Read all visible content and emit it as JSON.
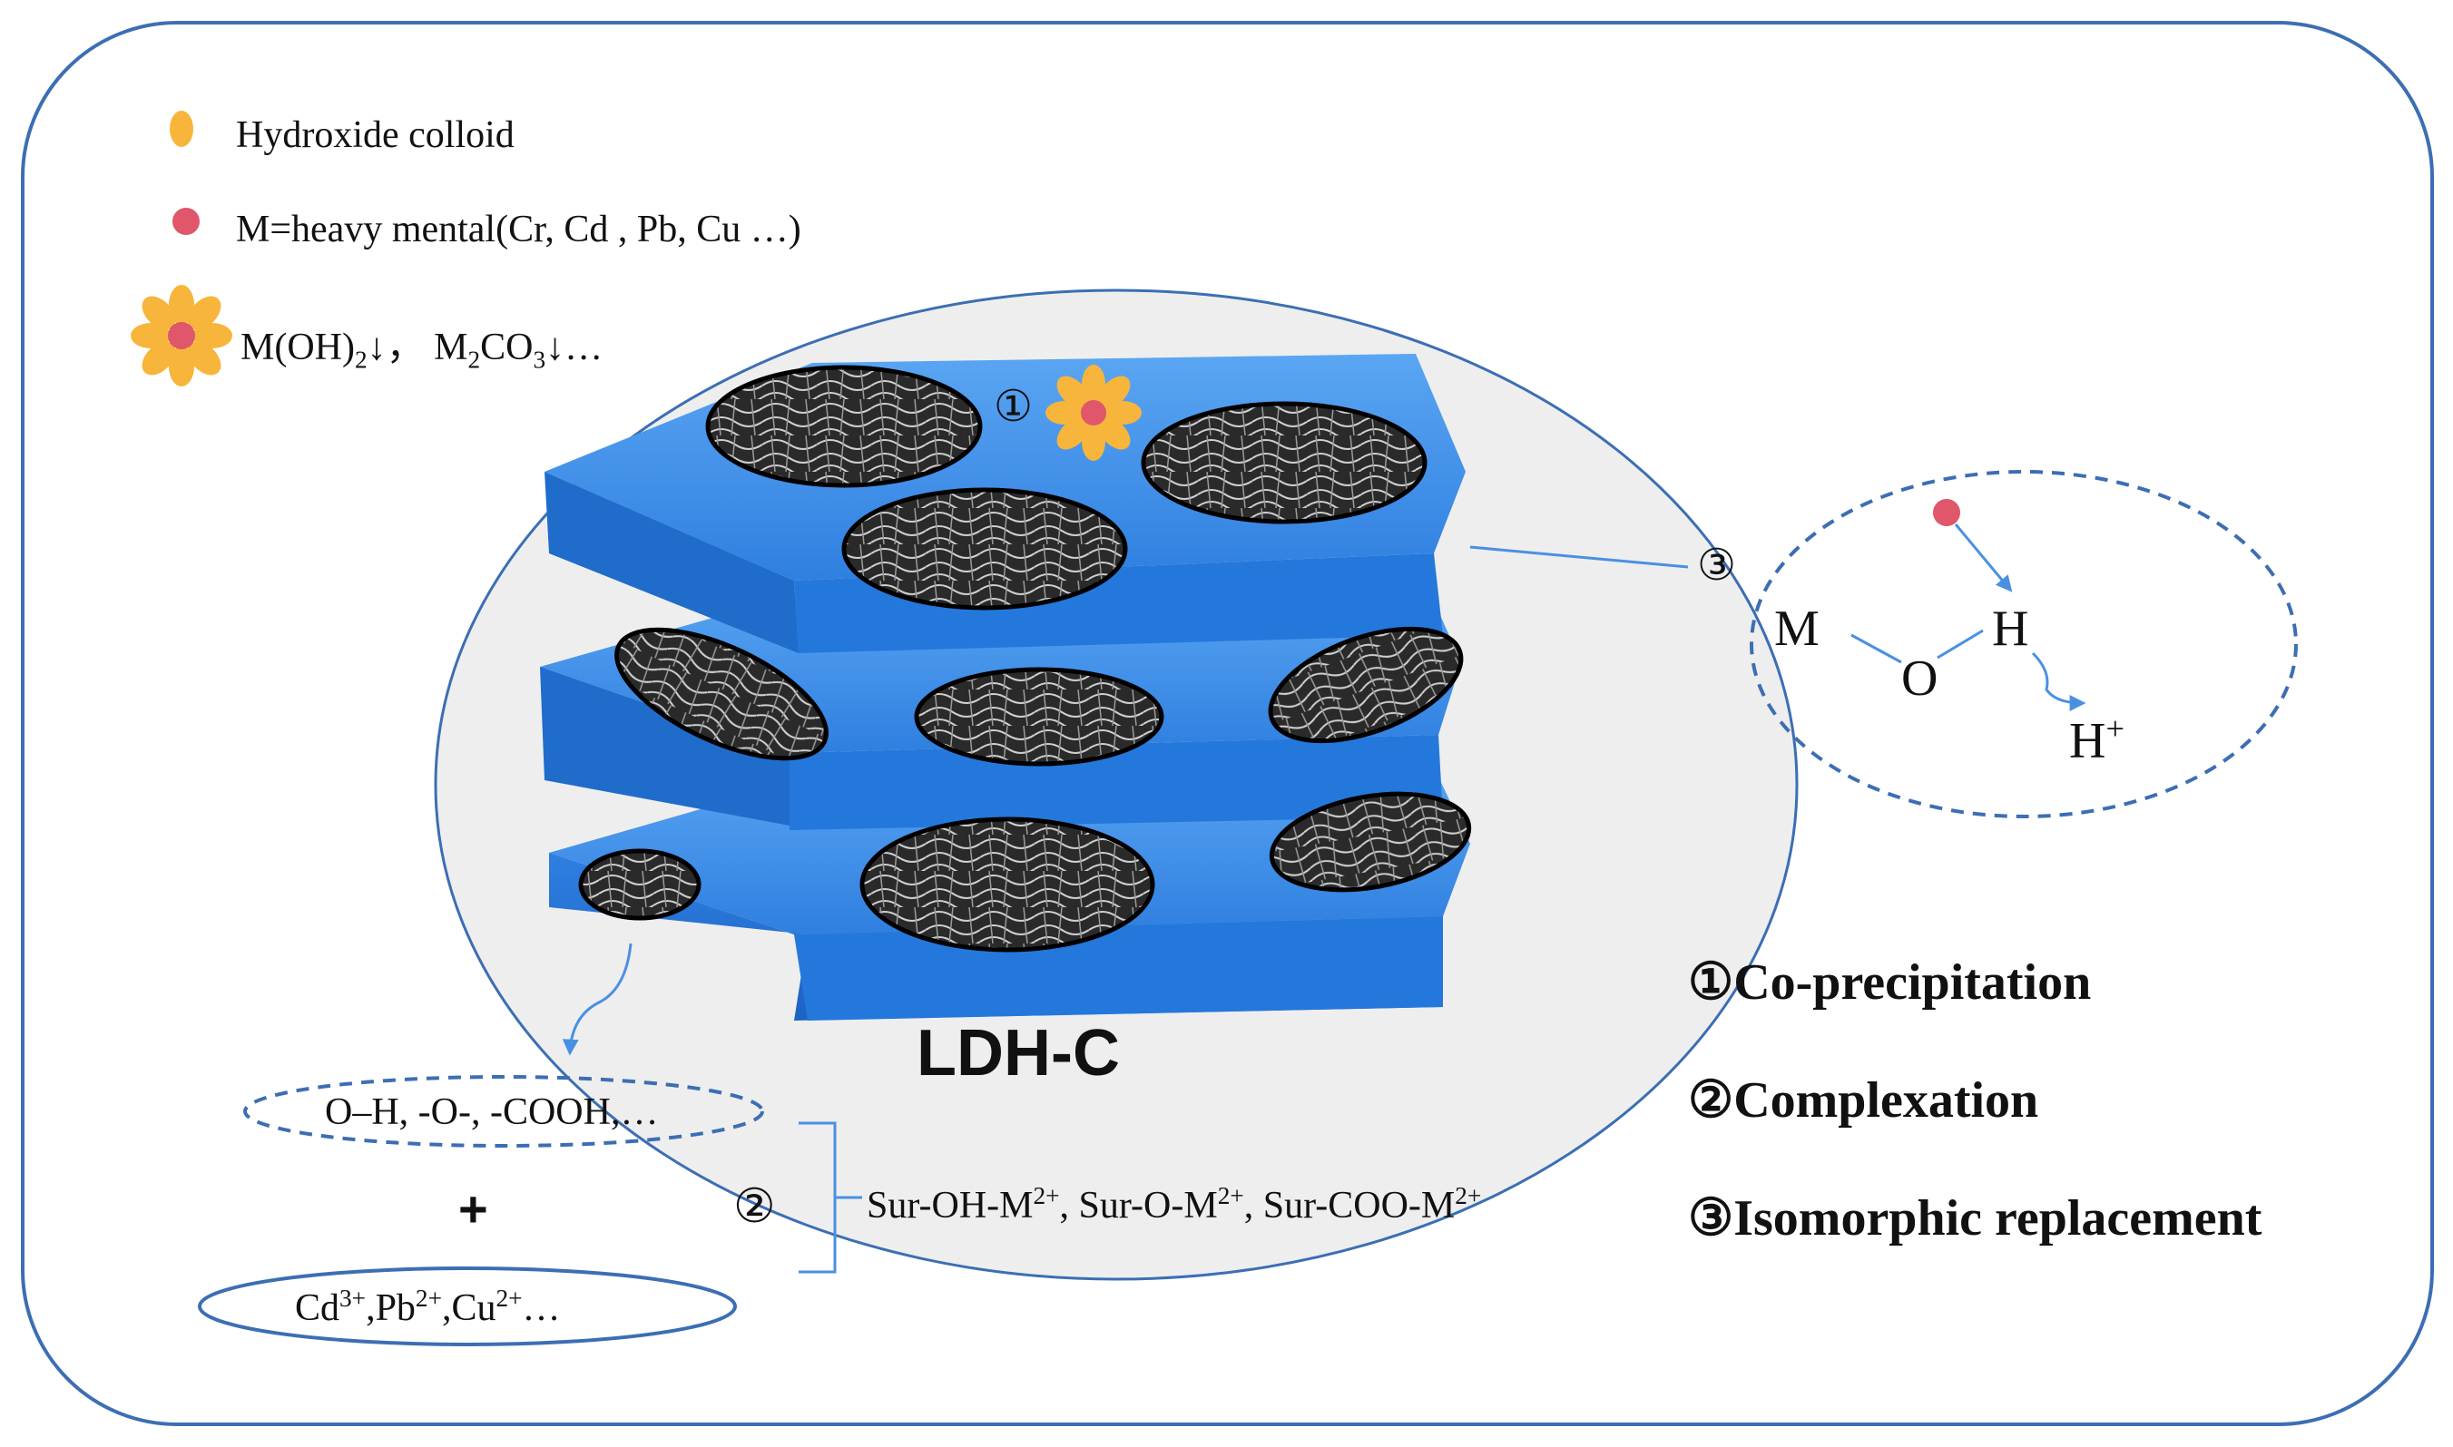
{
  "legend": {
    "colloid": {
      "label": "Hydroxide colloid",
      "icon": "orange-ellipse-icon",
      "color": "#F7B53C"
    },
    "metal": {
      "label": "M=heavy mental(Cr, Cd , Pb, Cu …)",
      "icon": "red-dot-icon",
      "color": "#E0566A"
    },
    "precipitate": {
      "icon": "flower-icon",
      "part1": "M(OH)",
      "sub1": "2",
      "part2": "↓，  M",
      "sub2": "2",
      "part3": "CO",
      "sub3": "3",
      "part4": "↓…"
    }
  },
  "center": {
    "title": "LDH-C",
    "shape_color": "#3D8EEA",
    "backdrop_color": "#EEEEEE"
  },
  "markers": {
    "one": "①",
    "two": "②",
    "three": "③"
  },
  "isomorphic": {
    "m": "M",
    "o": "O",
    "h": "H",
    "hplus": "H",
    "hplus_sup": "+"
  },
  "complexation": {
    "groups": "O–H, -O-,  -COOH,…",
    "plus": "+",
    "ion1": "Cd",
    "ion1_sup": "3+",
    "ion2": ",Pb",
    "ion2_sup": "2+",
    "ion3": ",Cu",
    "ion3_sup": "2+",
    "ion_tail": "…",
    "prod1": "Sur-OH-M",
    "prod1_sup": "2+",
    "prod2": ", Sur-O-M",
    "prod2_sup": "2+",
    "prod3": ", Sur-COO-M",
    "prod3_sup": "2+"
  },
  "mechanisms": [
    "①Co-precipitation",
    "②Complexation",
    "③Isomorphic replacement"
  ]
}
